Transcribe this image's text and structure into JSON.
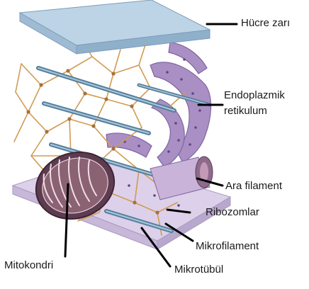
{
  "diagram": {
    "labels": {
      "cell_membrane": "Hücre zarı",
      "er_line1": "Endoplazmik",
      "er_line2": "retikulum",
      "intermediate_filament": "Ara filament",
      "ribosomes": "Ribozomlar",
      "microfilament": "Mikrofilament",
      "mitochondrion": "Mitokondri",
      "microtubule": "Mikrotübül"
    },
    "colors": {
      "membrane_top": "#b8d0e3",
      "membrane_edge": "#7e9cb8",
      "base": "#d9cce6",
      "er": "#a58ac0",
      "filament_network": "#d4a25a",
      "microtubule": "#6f97b2",
      "mitochondrion": "#6b4a5a",
      "leader_line": "#000000"
    }
  }
}
